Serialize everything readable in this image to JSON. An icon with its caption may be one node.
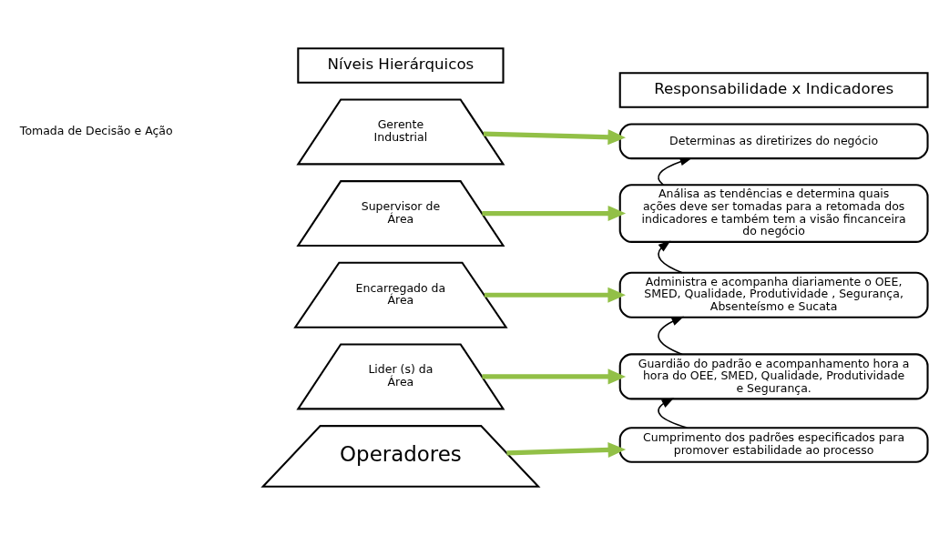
{
  "diagram": {
    "nodes": [
      {
        "text": [
          "Níveis Hierárquicos"
        ]
      },
      {
        "text": [
          "Responsabilidade x Indicadores"
        ]
      },
      {
        "text": [
          "Gerente Industrial"
        ]
      },
      {
        "text": [
          "Supervisor de Área"
        ]
      },
      {
        "text": [
          "Encarregado da Área"
        ]
      },
      {
        "text": [
          "Lider (s) da Área"
        ]
      },
      {
        "text": [
          "Operadores"
        ]
      },
      {
        "text": [
          "Determinas as diretirizes do negócio"
        ]
      },
      {
        "text": [
          "Análisa as tendências e determina quais ações deve ser tomadas para a retomada dos indicadores e também tem a visão fincanceira do negócio"
        ]
      },
      {
        "text": [
          "Administra e acompanha diariamente o OEE, SMED, Qualidade, Produtividade , Segurança, Absenteísmo e Sucata"
        ]
      },
      {
        "text": [
          "Guardião do padrão e acompanhamento hora a hora do OEE, SMED, Qualidade, Produtividade e Segurança."
        ]
      },
      {
        "text": [
          "Cumprimento dos padrões especificados para promover estabilidade ao processo"
        ]
      }
    ],
    "edges": [
      {
        "from": 2,
        "to": 7,
        "arrow": "to"
      },
      {
        "from": 3,
        "to": 8,
        "arrow": "to"
      },
      {
        "from": 4,
        "to": 9,
        "arrow": "to"
      },
      {
        "from": 5,
        "to": 10,
        "arrow": "to"
      },
      {
        "from": 6,
        "to": 11,
        "arrow": "to"
      },
      {
        "from": 8,
        "to": 7,
        "arrow": "to",
        "color": "#000000"
      },
      {
        "from": 9,
        "to": 8,
        "arrow": "to",
        "color": "#000000"
      },
      {
        "from": 10,
        "to": 9,
        "arrow": "to",
        "color": "#000000"
      },
      {
        "from": 11,
        "to": 10,
        "arrow": "to",
        "color": "#000000"
      }
    ],
    "labels": [
      "Tomada de Decisão e Ação"
    ]
  }
}
